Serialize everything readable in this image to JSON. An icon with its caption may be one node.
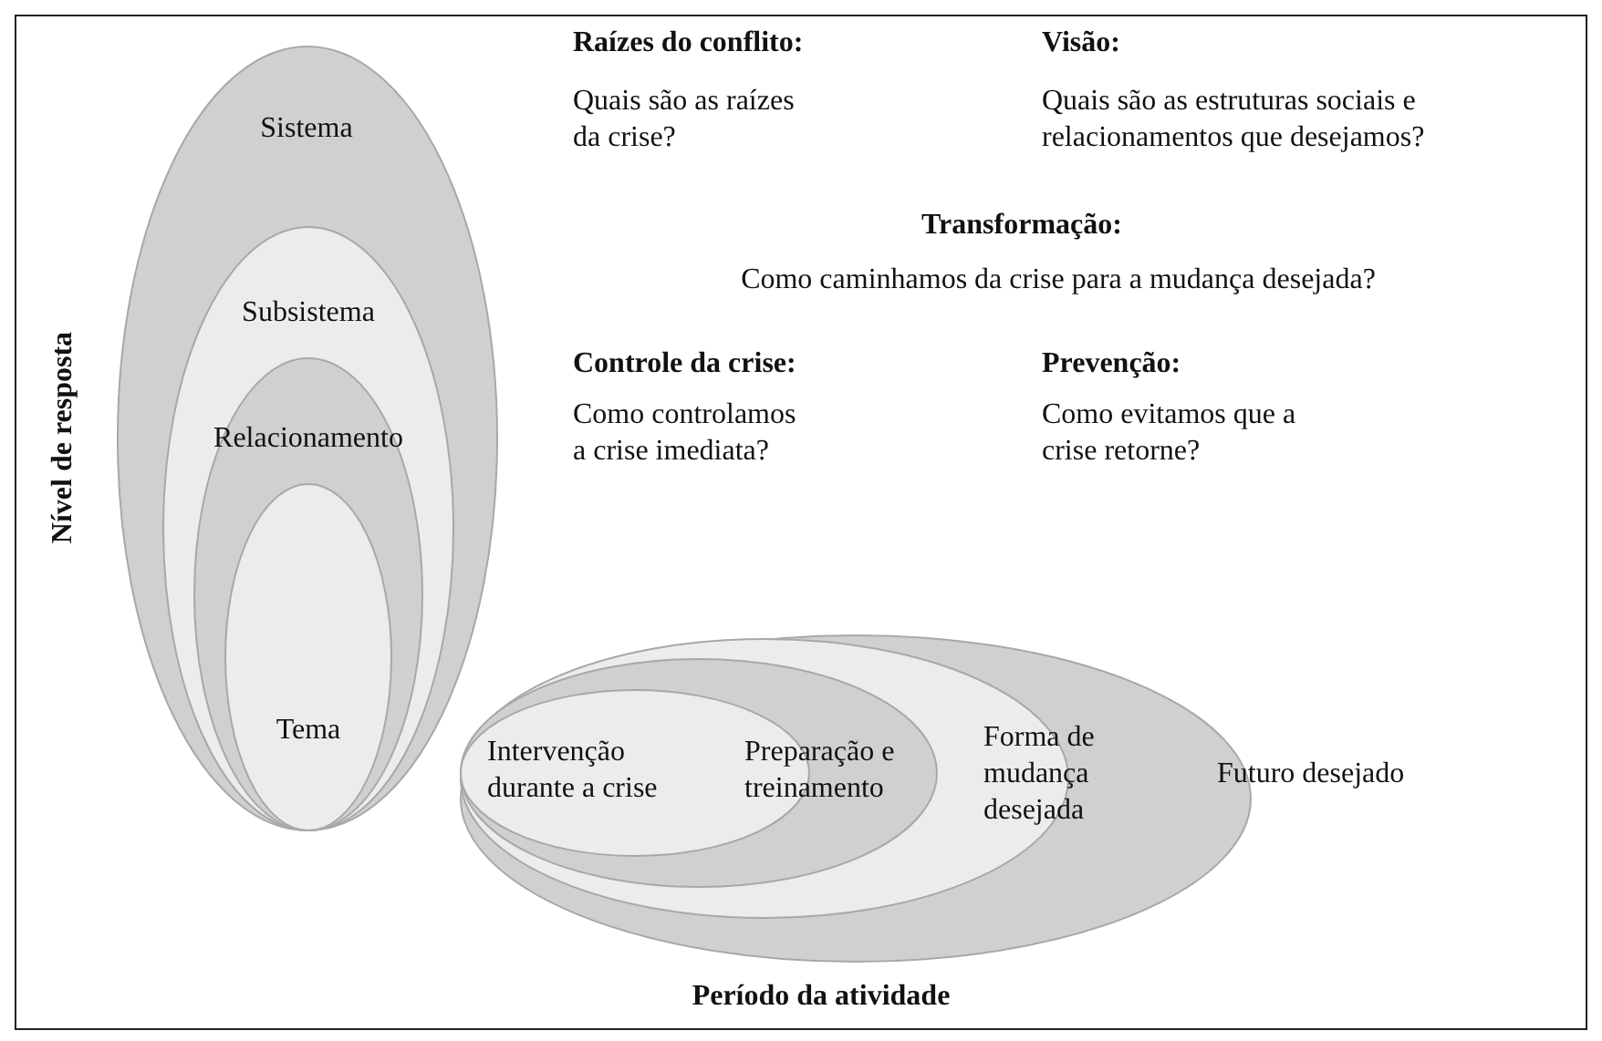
{
  "diagram": {
    "nodes": [
      {
        "text": [
          "Sistema"
        ]
      },
      {
        "text": [
          "Subsistema"
        ],
        "in": 0
      },
      {
        "text": [
          "Relacionamento"
        ],
        "in": 1
      },
      {
        "text": [
          "Tema"
        ],
        "in": 2
      },
      {
        "text": [
          "Futuro desejado"
        ]
      },
      {
        "text": [
          "Forma de mudança desejada"
        ],
        "in": 4
      },
      {
        "text": [
          "Preparação e treinamento"
        ],
        "in": 5
      },
      {
        "text": [
          "Intervenção durante a crise"
        ],
        "in": 6
      }
    ],
    "labels": [
      "Raízes do conflito:",
      "Quais são as raízes da crise?",
      "Visão:",
      "Quais são as estruturas sociais e relacionamentos que desejamos?",
      "Transformação:",
      "Como caminhamos da crise para a mudança desejada?",
      "Controle da crise:",
      "Como controlamos a crise imediata?",
      "Prevenção:",
      "Como evitamos que a crise retorne?",
      "Nível de resposta",
      "Período da atividade"
    ]
  }
}
